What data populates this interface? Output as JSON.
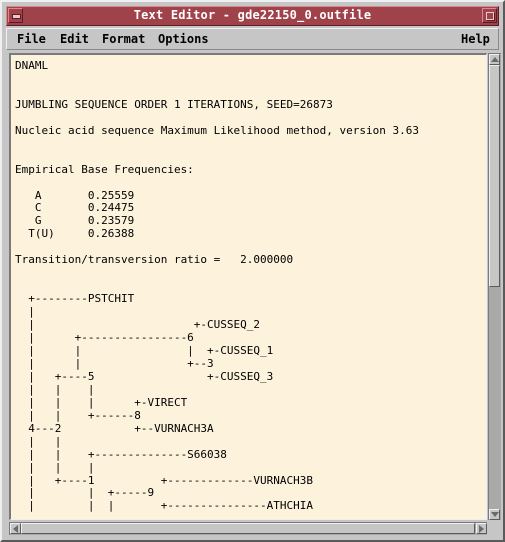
{
  "window": {
    "title": "Text Editor - gde22150_0.outfile",
    "icons": {
      "menu": "window-menu-icon",
      "maximize": "maximize-icon"
    }
  },
  "menu": {
    "file": "File",
    "edit": "Edit",
    "format": "Format",
    "options": "Options",
    "help": "Help"
  },
  "document": {
    "lines": [
      "DNAML",
      "",
      "",
      "JUMBLING SEQUENCE ORDER 1 ITERATIONS, SEED=26873",
      "",
      "Nucleic acid sequence Maximum Likelihood method, version 3.63",
      "",
      "",
      "Empirical Base Frequencies:",
      "",
      "   A       0.25559",
      "   C       0.24475",
      "   G       0.23579",
      "  T(U)     0.26388",
      "",
      "Transition/transversion ratio =   2.000000",
      "",
      "",
      "  +--------PSTCHIT",
      "  |",
      "  |                        +-CUSSEQ_2",
      "  |      +----------------6",
      "  |      |                |  +-CUSSEQ_1",
      "  |      |                +--3",
      "  |   +----5                 +-CUSSEQ_3",
      "  |   |    |",
      "  |   |    |      +-VIRECT",
      "  |   |    +------8",
      "  4---2           +--VURNACH3A",
      "  |   |",
      "  |   |    +--------------S66038",
      "  |   |    |",
      "  |   +----1          +-------------VURNACH3B",
      "  |        |  +-----9",
      "  |        |  |       +---------------ATHCHIA"
    ]
  },
  "colors": {
    "titlebar": "#a0424a",
    "text_background": "#fdf3dd",
    "chrome": "#c6c6c6"
  },
  "scrollbars": {
    "vertical_position": 0.0,
    "vertical_visible_fraction": 0.5
  }
}
